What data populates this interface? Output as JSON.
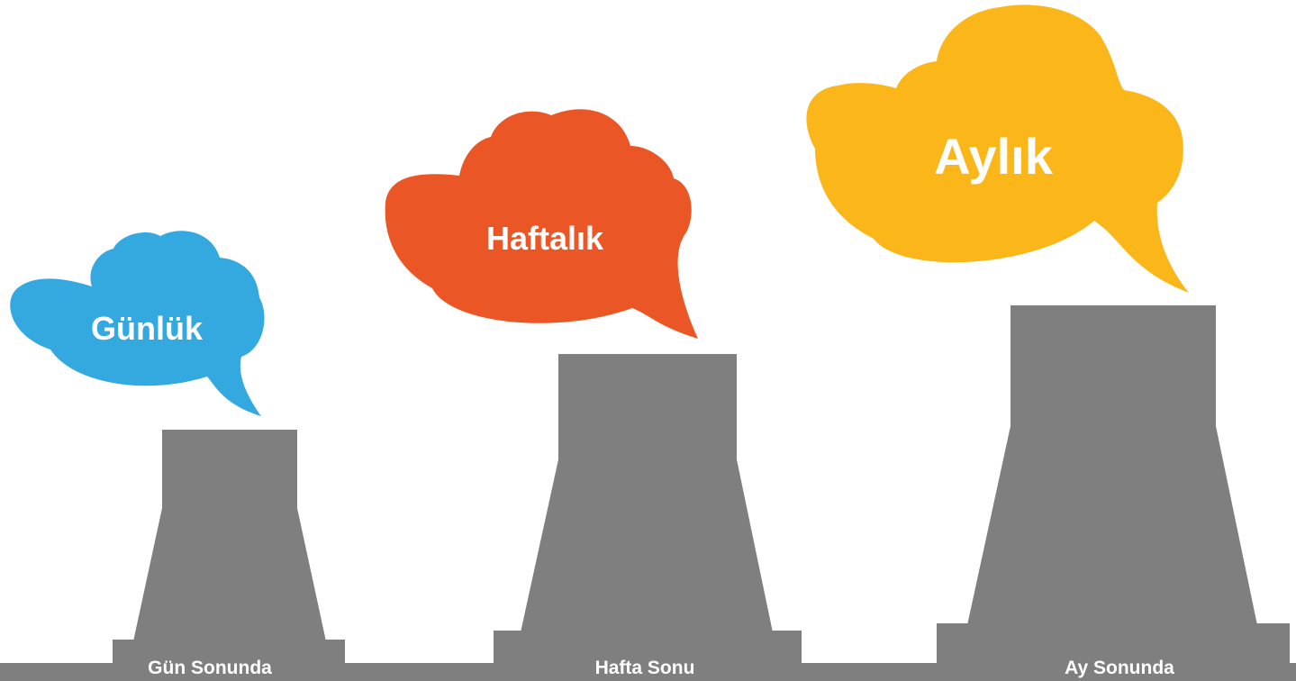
{
  "colors": {
    "tower": "#7f7f7f",
    "ground": "#7f7f7f",
    "cloud_daily": "#33a9df",
    "cloud_weekly": "#ea5625",
    "cloud_monthly": "#fbb61a",
    "text": "#ffffff"
  },
  "stages": [
    {
      "cloud_label": "Günlük",
      "base_label": "Gün Sonunda"
    },
    {
      "cloud_label": "Haftalık",
      "base_label": "Hafta Sonu"
    },
    {
      "cloud_label": "Aylık",
      "base_label": "Ay Sonunda"
    }
  ]
}
